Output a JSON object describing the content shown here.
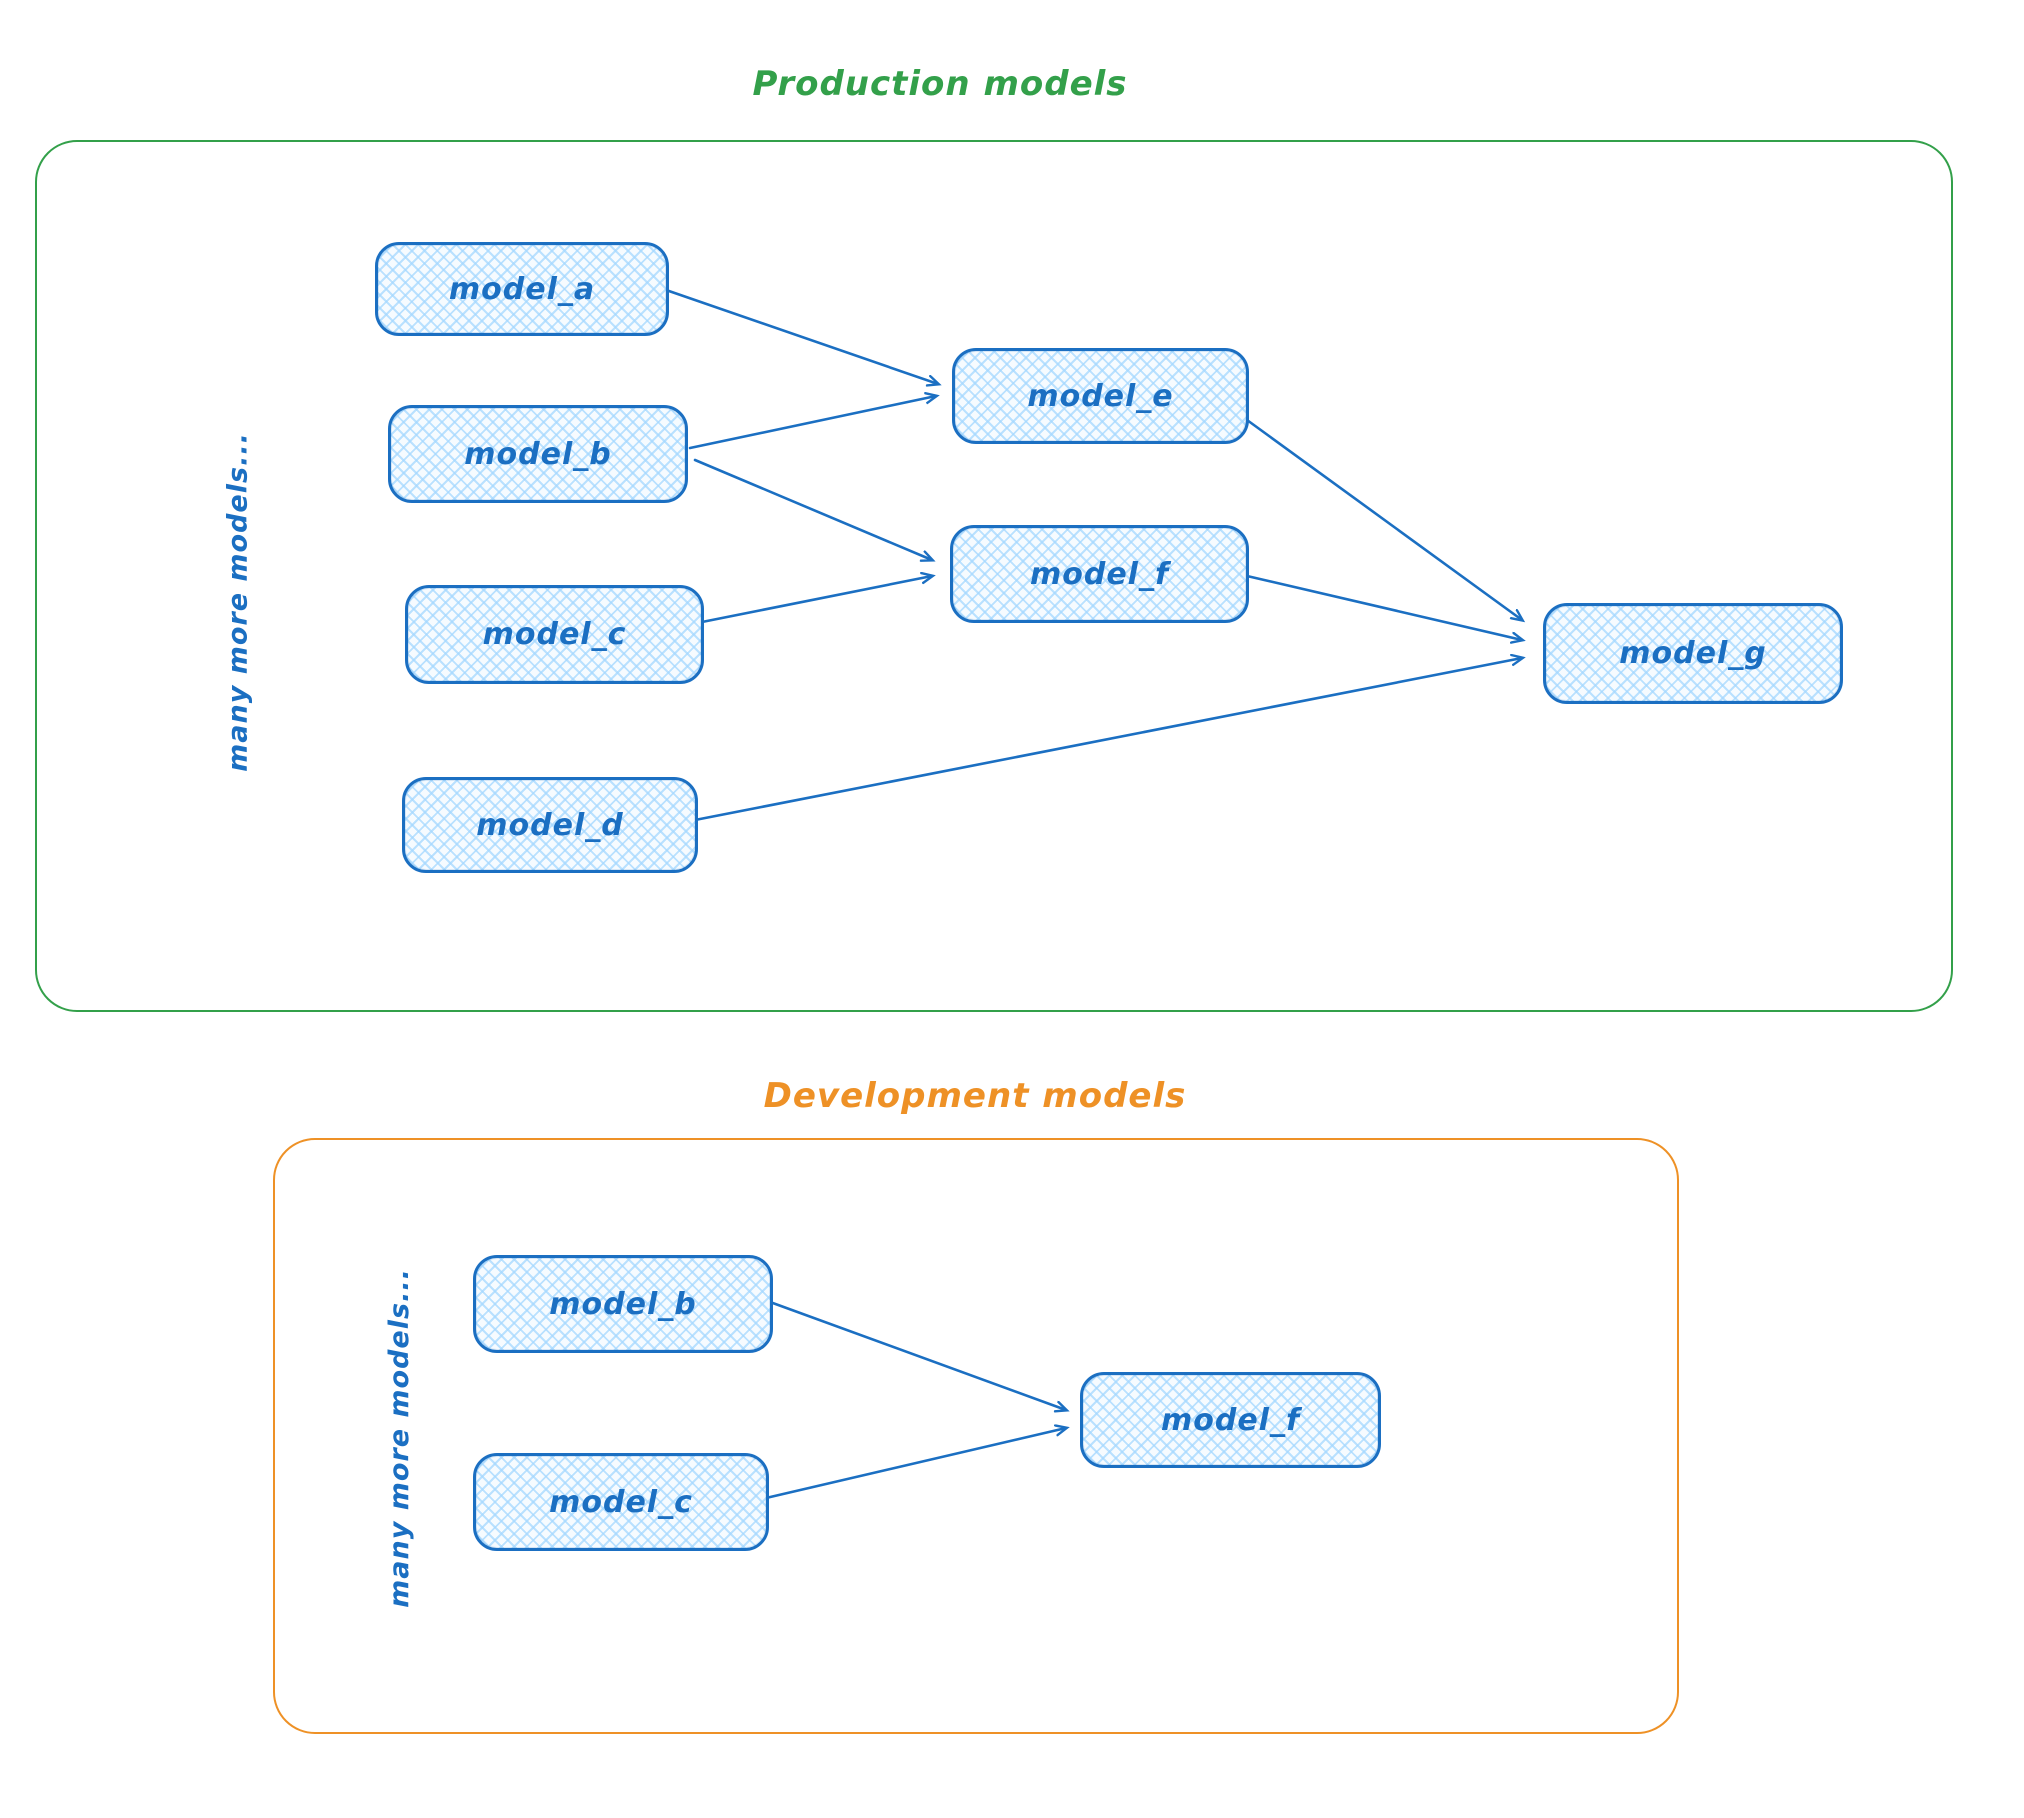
{
  "colors": {
    "node_stroke": "#1b6fc2",
    "node_fill_hatch": "#a5d8ff",
    "production_frame": "#33a04a",
    "development_frame": "#ee9126"
  },
  "production": {
    "title": "Production models",
    "side_note": "many more models...",
    "nodes": [
      {
        "id": "model_a",
        "label": "model_a"
      },
      {
        "id": "model_b",
        "label": "model_b"
      },
      {
        "id": "model_c",
        "label": "model_c"
      },
      {
        "id": "model_d",
        "label": "model_d"
      },
      {
        "id": "model_e",
        "label": "model_e"
      },
      {
        "id": "model_f",
        "label": "model_f"
      },
      {
        "id": "model_g",
        "label": "model_g"
      }
    ],
    "edges": [
      "model_a → model_e",
      "model_b → model_e",
      "model_b → model_f",
      "model_c → model_f",
      "model_e → model_g",
      "model_f → model_g",
      "model_d → model_g"
    ]
  },
  "development": {
    "title": "Development models",
    "side_note": "many more models...",
    "nodes": [
      {
        "id": "model_b",
        "label": "model_b"
      },
      {
        "id": "model_c",
        "label": "model_c"
      },
      {
        "id": "model_f",
        "label": "model_f"
      }
    ],
    "edges": [
      "model_b → model_f",
      "model_c → model_f"
    ]
  }
}
